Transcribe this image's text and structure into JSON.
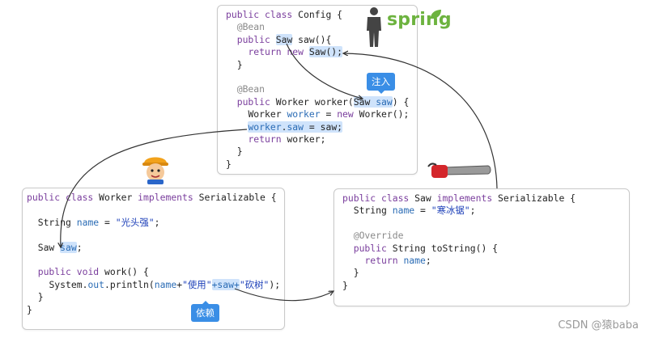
{
  "config": {
    "l1a": "public class",
    "l1b": " Config {",
    "l2": "@Bean",
    "l3a": "public",
    "l3b": "Saw",
    "l3c": " saw(){",
    "l4a": "return new",
    "l4b": "Saw();",
    "l5": "}",
    "l6": "@Bean",
    "l7a": "public",
    "l7b": " Worker worker(",
    "l7c": "Saw",
    "l7d": "saw",
    "l7e": ") {",
    "l8a": "Worker ",
    "l8b": "worker",
    "l8c": " = ",
    "l8d": "new",
    "l8e": " Worker();",
    "l9a": "worker",
    "l9b": ".",
    "l9c": "saw",
    "l9d": " = saw;",
    "l10a": "return",
    "l10b": " worker;",
    "l11": "}",
    "l12": "}"
  },
  "worker": {
    "l1a": "public class",
    "l1b": " Worker ",
    "l1c": "implements",
    "l1d": " Serializable {",
    "l2a": "String ",
    "l2b": "name",
    "l2c": " = ",
    "l2d": "\"光头强\"",
    "l2e": ";",
    "l3a": "Saw ",
    "l3b": "saw",
    "l3c": ";",
    "l4a": "public void",
    "l4b": " work() {",
    "l5a": "System.",
    "l5b": "out",
    "l5c": ".println(",
    "l5d": "name",
    "l5e": "+",
    "l5f": "\"使用\"",
    "l5g": "+saw+",
    "l5h": "\"砍树\"",
    "l5i": ");",
    "l6": "}",
    "l7": "}"
  },
  "saw": {
    "l1a": "public class",
    "l1b": " Saw ",
    "l1c": "implements",
    "l1d": " Serializable {",
    "l2a": "String ",
    "l2b": "name",
    "l2c": " = ",
    "l2d": "\"寒冰锯\"",
    "l2e": ";",
    "l3": "@Override",
    "l4a": "public",
    "l4b": " String toString() {",
    "l5a": "return",
    "l5b": " ",
    "l5c": "name",
    "l5d": ";",
    "l6": "}",
    "l7": "}"
  },
  "labels": {
    "inject": "注入",
    "depend": "依赖",
    "spring_logo": "spring",
    "watermark": "CSDN @猿baba"
  },
  "icons": [
    "person-silhouette-icon",
    "worker-cartoon-icon",
    "chainsaw-icon"
  ],
  "colors": {
    "keyword": "#7a3e9d",
    "string": "#1c3fb8",
    "field": "#2b6cb5",
    "highlight": "#cfe3fb",
    "badge": "#3a8ee6",
    "spring_green": "#6db33f"
  }
}
